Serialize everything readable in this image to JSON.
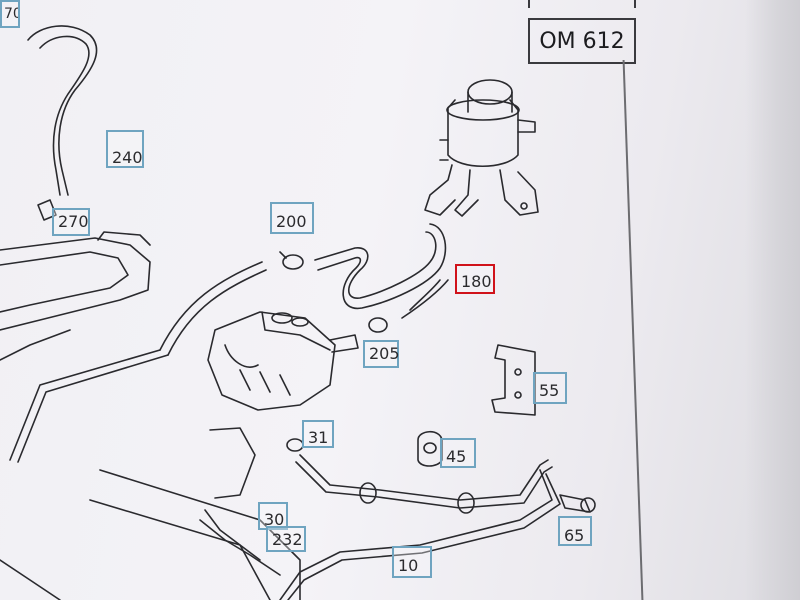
{
  "header": {
    "engine_code": "OM 612"
  },
  "callouts": [
    {
      "id": "240",
      "label": "240"
    },
    {
      "id": "270",
      "label": "270"
    },
    {
      "id": "200",
      "label": "200"
    },
    {
      "id": "180",
      "label": "180",
      "selected": true
    },
    {
      "id": "205",
      "label": "205"
    },
    {
      "id": "55",
      "label": "55"
    },
    {
      "id": "31",
      "label": "31"
    },
    {
      "id": "45",
      "label": "45"
    },
    {
      "id": "30",
      "label": "30"
    },
    {
      "id": "232",
      "label": "232"
    },
    {
      "id": "65",
      "label": "65"
    },
    {
      "id": "10",
      "label": "10"
    },
    {
      "id": "70",
      "label": "70"
    }
  ],
  "colors": {
    "callout_border": "#6fa4c0",
    "selected_border": "#d0121a",
    "line_art": "#2a2a2e"
  }
}
